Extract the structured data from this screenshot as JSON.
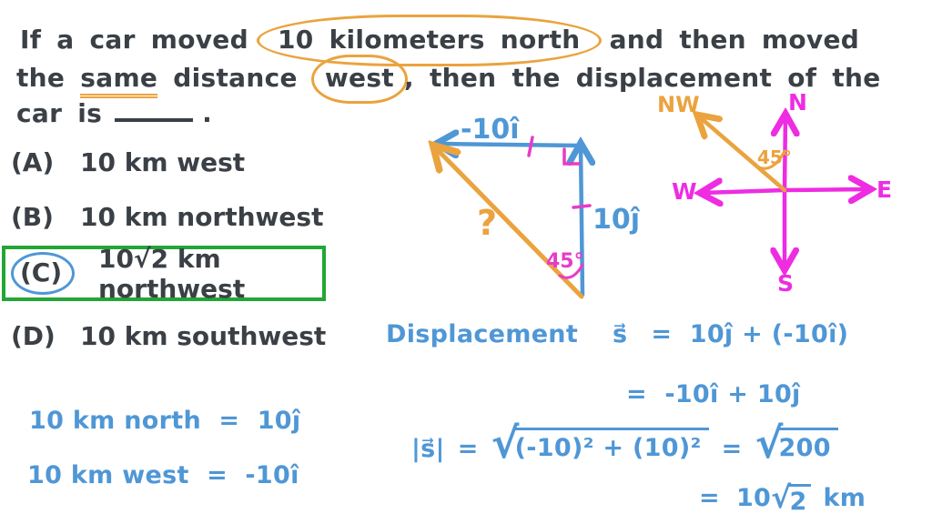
{
  "colors": {
    "ink": "#3a4046",
    "blue": "#4f97d6",
    "orange": "#eaa33e",
    "magenta": "#ee2ce2",
    "pink": "#e83cc8",
    "green": "#23a637",
    "background": "#ffffff"
  },
  "question": {
    "line1_pre": "If a car moved",
    "line1_circled": "10 kilometers north",
    "line1_post": "and then moved",
    "line2_pre": "the",
    "line2_underlined": "same",
    "line2_mid": "distance",
    "line2_circled": "west",
    "line2_post": ", then the displacement of the",
    "line3_pre": "car is",
    "line3_period": "."
  },
  "options": [
    {
      "letter": "(A)",
      "text": "10 km west",
      "selected": false
    },
    {
      "letter": "(B)",
      "text": "10 km northwest",
      "selected": false
    },
    {
      "letter": "(C)",
      "text": "10√2 km northwest",
      "selected": true
    },
    {
      "letter": "(D)",
      "text": "10 km southwest",
      "selected": false
    }
  ],
  "working": {
    "north_line": "10 km north  =  10ĵ",
    "west_line": "10 km west  =  -10î"
  },
  "solution": {
    "label": "Displacement",
    "vector": "s⃗",
    "eq1": "=  10ĵ + (-10î)",
    "eq2": "=  -10î + 10ĵ",
    "mag_lhs": "|s⃗|",
    "mag_eq": "=",
    "sqrt1": "√",
    "radicand1": "(-10)² + (10)²",
    "mag_eq2": "=",
    "sqrt2": "√",
    "radicand2": "200",
    "final_eq": "=",
    "final_coeff": "10",
    "final_sqrt": "√",
    "final_radicand": "2",
    "final_unit": "km"
  },
  "triangle": {
    "horizontal_label": "-10î",
    "vertical_label": "10ĵ",
    "hypotenuse_label": "?",
    "angle_label": "45°"
  },
  "compass": {
    "north": "N",
    "south": "S",
    "east": "E",
    "west": "W",
    "northwest": "NW",
    "angle_label": "45°"
  }
}
